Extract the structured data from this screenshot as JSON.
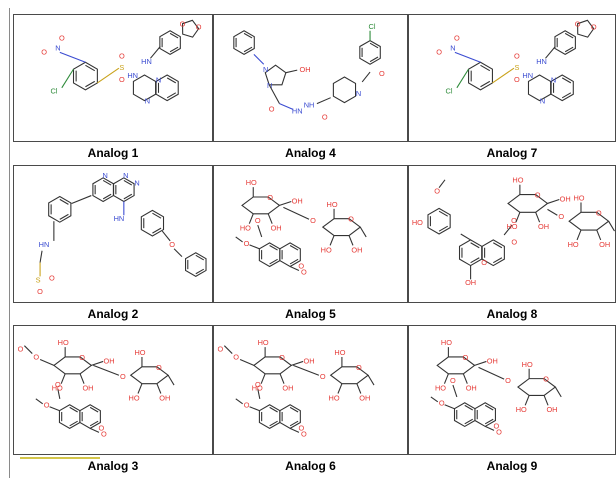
{
  "cells": [
    {
      "label": "Analog 1",
      "mol": "sulfonamide"
    },
    {
      "label": "Analog 4",
      "mol": "pyrazole"
    },
    {
      "label": "Analog 7",
      "mol": "sulfonamide"
    },
    {
      "label": "Analog 2",
      "mol": "pyridopyrimidine"
    },
    {
      "label": "Analog 5",
      "mol": "coumarin_glyco"
    },
    {
      "label": "Analog 8",
      "mol": "flavone_glyco"
    },
    {
      "label": "Analog 3",
      "mol": "coumarin_acetyl"
    },
    {
      "label": "Analog 6",
      "mol": "coumarin_acetyl"
    },
    {
      "label": "Analog 9",
      "mol": "coumarin_glyco"
    }
  ],
  "atoms": {
    "nitro": "O",
    "nitro_n": "N",
    "chloro": "Cl",
    "amine": "HN",
    "amine_b": "NH",
    "sulfonyl": "S",
    "oxy": "O",
    "hydroxyl": "HO",
    "hydroxyl_b": "OH",
    "nitrogen": "N",
    "pyrazole_nh": "NH",
    "hydrazide": "HN"
  },
  "colors": {
    "oxygen": "#e53935",
    "nitrogen": "#3a4bd1",
    "chlorine": "#2e8b3a",
    "sulfur": "#c9a21a",
    "bond": "#333333"
  }
}
